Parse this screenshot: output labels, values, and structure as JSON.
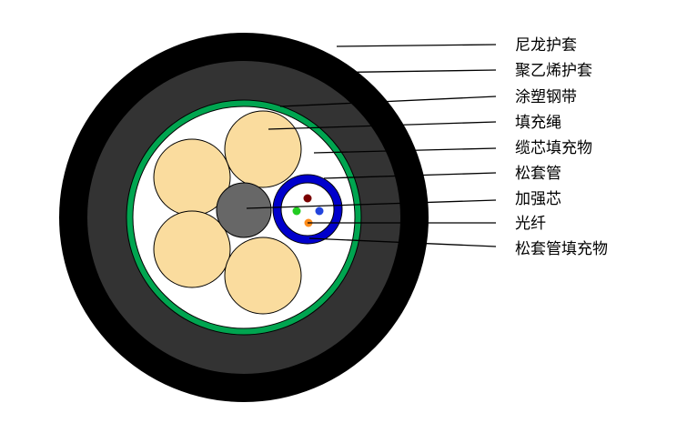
{
  "labels": [
    {
      "text": "尼龙护套"
    },
    {
      "text": "聚乙烯护套"
    },
    {
      "text": "涂塑钢带"
    },
    {
      "text": "填充绳"
    },
    {
      "text": "缆芯填充物"
    },
    {
      "text": "松套管"
    },
    {
      "text": "加强芯"
    },
    {
      "text": "光纤"
    },
    {
      "text": "松套管填充物"
    }
  ],
  "colors": {
    "nylon_sheath": "#000000",
    "pe_sheath": "#333333",
    "steel_tape": "#00a550",
    "core_filler": "#ffffff",
    "filler_rope": "#fadc9e",
    "strength_member": "#676767",
    "loose_tube": "#0000cc",
    "fiber_colors": [
      "#7a0000",
      "#22cc22",
      "#2244dd",
      "#ff8c1a"
    ]
  }
}
